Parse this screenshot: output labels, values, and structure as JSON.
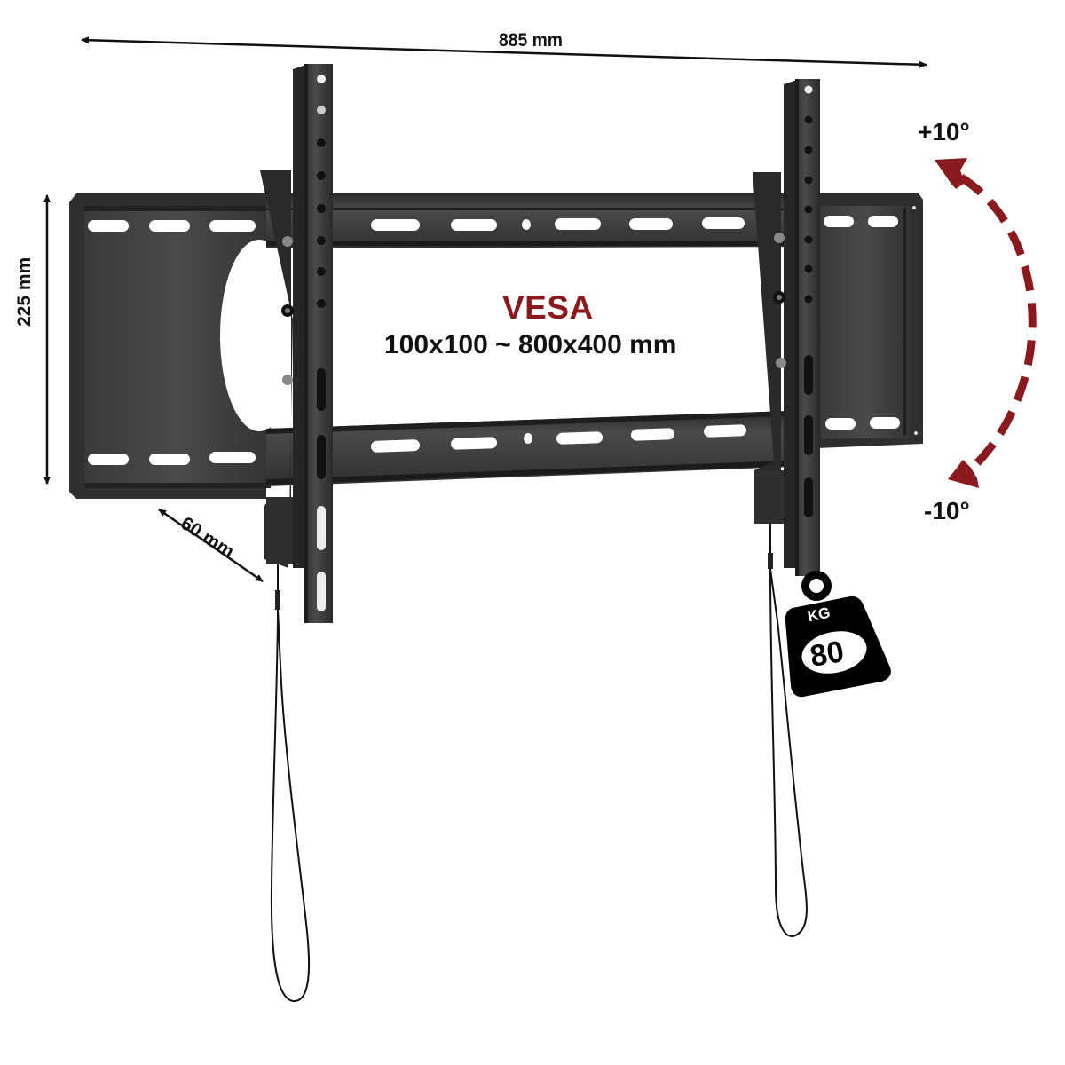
{
  "product": {
    "type": "Tilting TV wall mount",
    "color": "#2b2b2b"
  },
  "dimensions": {
    "width": "885 mm",
    "height": "225 mm",
    "depth": "60 mm"
  },
  "vesa": {
    "title": "VESA",
    "range": "100x100 ~ 800x400 mm",
    "title_color": "#8b1a1e"
  },
  "tilt": {
    "up": "+10°",
    "down": "-10°",
    "arrow_color": "#8b1a1e"
  },
  "load": {
    "unit": "KG",
    "max": "80"
  },
  "icons": {
    "width-arrow": "double-headed-arrow",
    "height-arrow": "double-headed-arrow",
    "depth-arrow": "double-headed-arrow",
    "tilt-arrow": "dashed-curved-double-arrow",
    "weight": "kettlebell-weight"
  }
}
